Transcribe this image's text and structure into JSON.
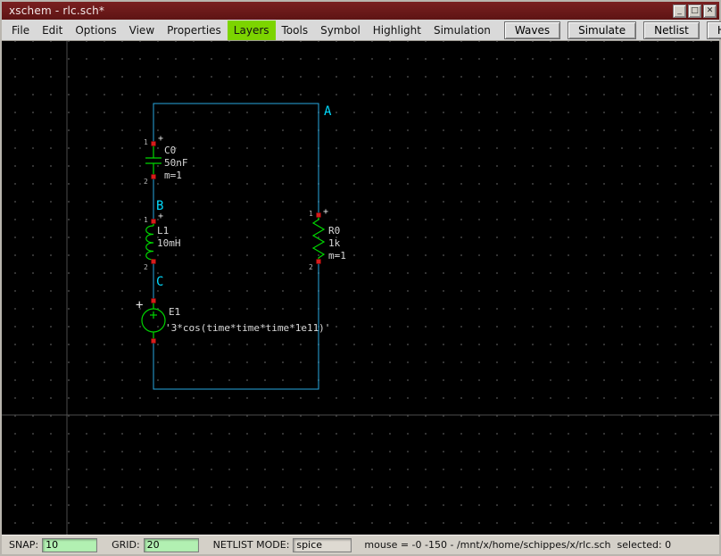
{
  "colors": {
    "titlebar": "#5e1414",
    "titlebar-hi": "#7a2020",
    "menubar": "#d9d9d9",
    "layers-highlight": "#7cd400",
    "canvas-bg": "#000000",
    "grid-dot": "#3c3c3c",
    "axis": "#4d4d4d",
    "wire": "#29a8e0",
    "component": "#00d500",
    "pin": "#d61c1c",
    "node-label": "#00dcff",
    "schem-text": "#d8d8d8",
    "status-green": "#b2f0b2"
  },
  "window": {
    "title": "xschem - rlc.sch*",
    "minimize_glyph": "_",
    "maximize_glyph": "□",
    "close_glyph": "✕"
  },
  "menu": {
    "items": [
      "File",
      "Edit",
      "Options",
      "View",
      "Properties",
      "Layers",
      "Tools",
      "Symbol",
      "Highlight",
      "Simulation"
    ],
    "buttons": [
      "Waves",
      "Simulate",
      "Netlist",
      "Help"
    ]
  },
  "schematic": {
    "node_a": "A",
    "node_b": "B",
    "node_c": "C",
    "capacitor": {
      "ref": "C0",
      "value": "50nF",
      "mult": "m=1",
      "pin1": "1",
      "pin2": "2",
      "plus": "+"
    },
    "inductor": {
      "ref": "L1",
      "value": "10mH",
      "pin1": "1",
      "pin2": "2",
      "plus": "+"
    },
    "source": {
      "ref": "E1",
      "value": "'3*cos(time*time*time*1e11)'",
      "plus": "+",
      "plus_inner": "+"
    },
    "resistor": {
      "ref": "R0",
      "value": "1k",
      "mult": "m=1",
      "pin1": "1",
      "pin2": "2",
      "plus": "+"
    }
  },
  "statusbar": {
    "snap_label": "SNAP:",
    "snap_value": "10",
    "grid_label": "GRID:",
    "grid_value": "20",
    "netlist_label": "NETLIST MODE:",
    "netlist_value": "spice",
    "mouse_info": "mouse = -0 -150 - /mnt/x/home/schippes/x/rlc.sch  selected: 0"
  }
}
